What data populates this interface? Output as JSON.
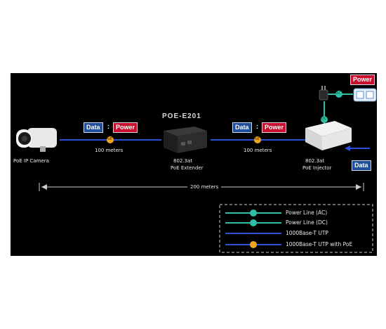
{
  "diagram": {
    "product_name": "POE-E201",
    "tags": {
      "data": "Data",
      "power": "Power",
      "colon": ":"
    },
    "segments": {
      "left_distance": "100 meters",
      "right_distance": "100 meters",
      "total_distance": "200 meters"
    },
    "devices": {
      "camera": "PoE IP Camera",
      "extender_line1": "802.3at",
      "extender_line2": "PoE Extender",
      "injector_line1": "802.3at",
      "injector_line2": "PoE Injector"
    },
    "badges": {
      "ac": "AC",
      "dc": "DC",
      "poe": "PoE"
    },
    "legend": {
      "items": [
        {
          "label": "Power Line (AC)",
          "badge": "AC"
        },
        {
          "label": "Power Line (DC)",
          "badge": "DC"
        },
        {
          "label": "1000Base-T UTP",
          "badge": ""
        },
        {
          "label": "1000Base-T UTP with PoE",
          "badge": "PoE"
        }
      ]
    },
    "colors": {
      "background": "#000000",
      "data_tag": "#1f4e9a",
      "power_tag": "#c8102e",
      "utp_line": "#2b4fd6",
      "power_line": "#2fbfa5",
      "poe_badge": "#f2a51f"
    },
    "icons": [
      "bullet-camera-icon",
      "poe-extender-icon",
      "poe-injector-icon",
      "power-adapter-icon",
      "power-outlet-icon"
    ]
  }
}
